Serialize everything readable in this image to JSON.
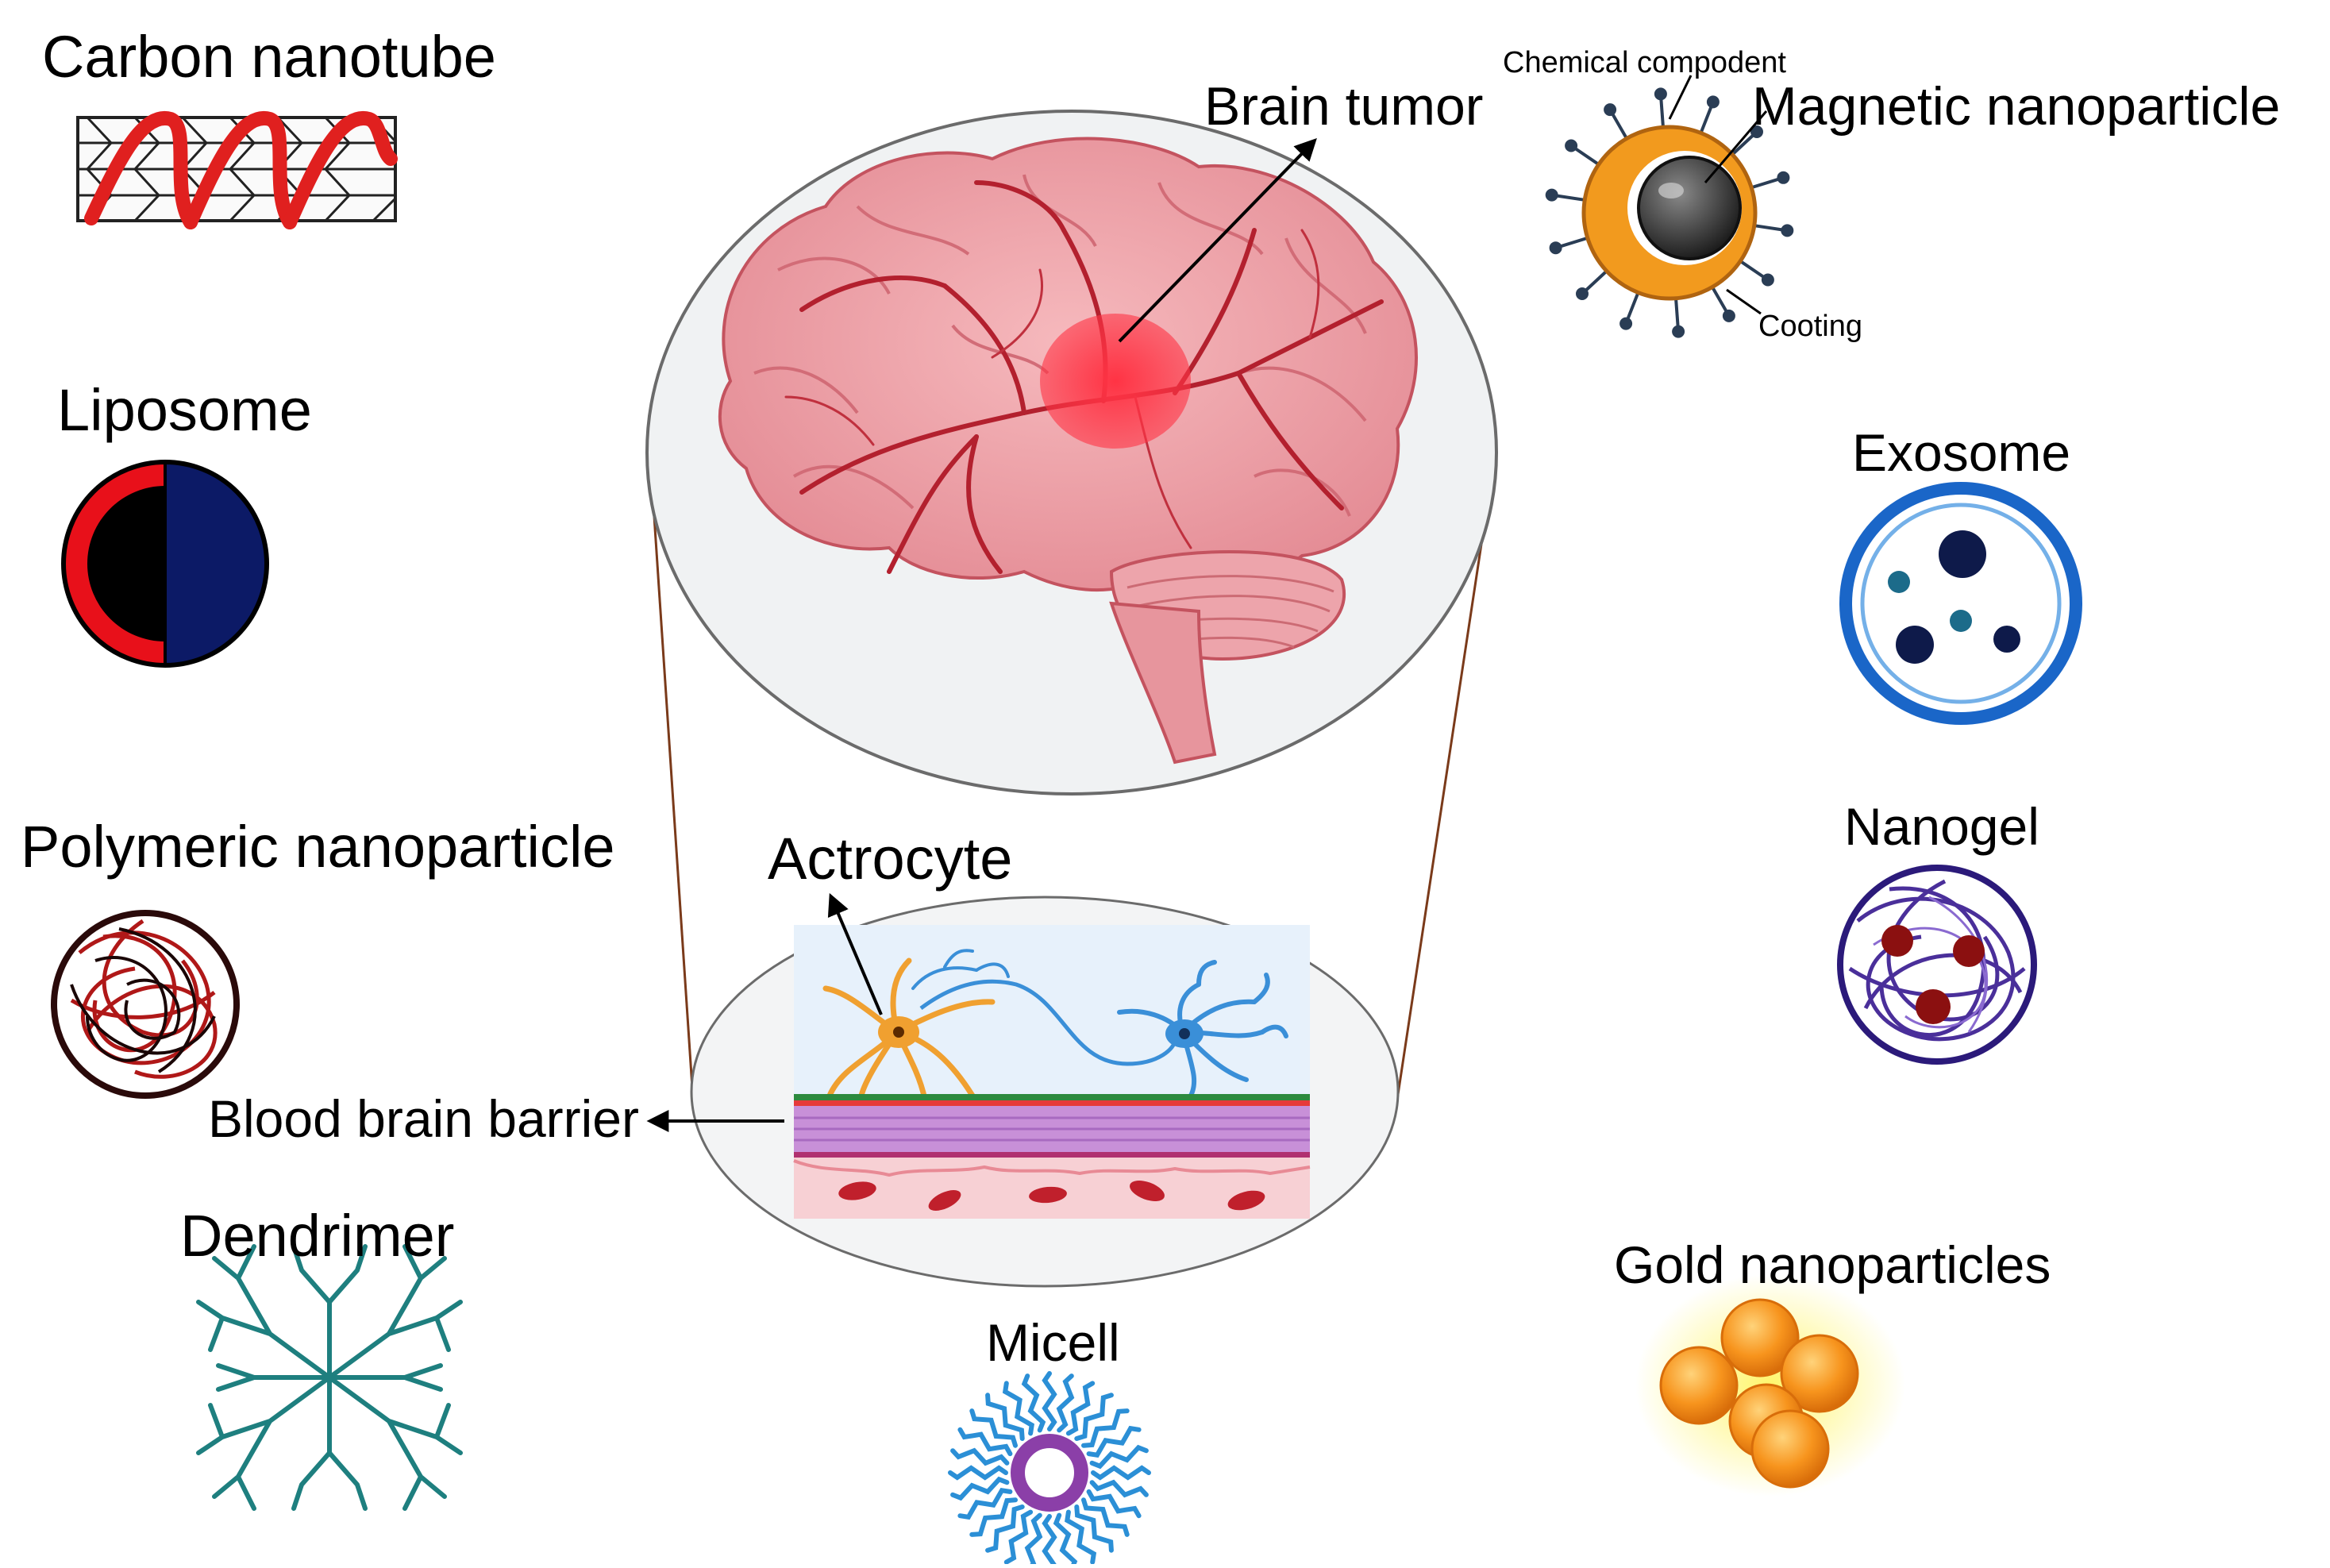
{
  "labels": {
    "carbon_nanotube": "Carbon nanotube",
    "liposome": "Liposome",
    "polymeric_nanoparticle": "Polymeric nanoparticle",
    "dendrimer": "Dendrimer",
    "blood_brain_barrier": "Blood brain barrier",
    "actrocyte": "Actrocyte",
    "brain_tumor": "Brain tumor",
    "micell": "Micell",
    "chemical_compodent": "Chemical compodent",
    "magnetic_nanoparticle": "Magnetic nanoparticle",
    "cooting": "Cooting",
    "exosome": "Exosome",
    "nanogel": "Nanogel",
    "gold_nanoparticles": "Gold nanoparticles"
  },
  "colors": {
    "brain": "#eea0a6",
    "brain_vessel": "#b3202e",
    "tumor": "#ff2b3c",
    "nanotube_helix": "#e0201f",
    "liposome_red": "#e8101a",
    "liposome_blue": "#0c1a66",
    "polymer_red": "#b01818",
    "dendrimer_teal": "#1e7f7f",
    "micell_blue": "#2b8fd6",
    "micell_purple": "#8b3fa8",
    "magnetic_orange": "#f29a1e",
    "exosome_blue": "#1a66c8",
    "nanogel_purple": "#4a2f9a",
    "gold_orange": "#f7941d",
    "astrocyte_orange": "#f0a030",
    "neuron_blue": "#3a8fd8"
  }
}
